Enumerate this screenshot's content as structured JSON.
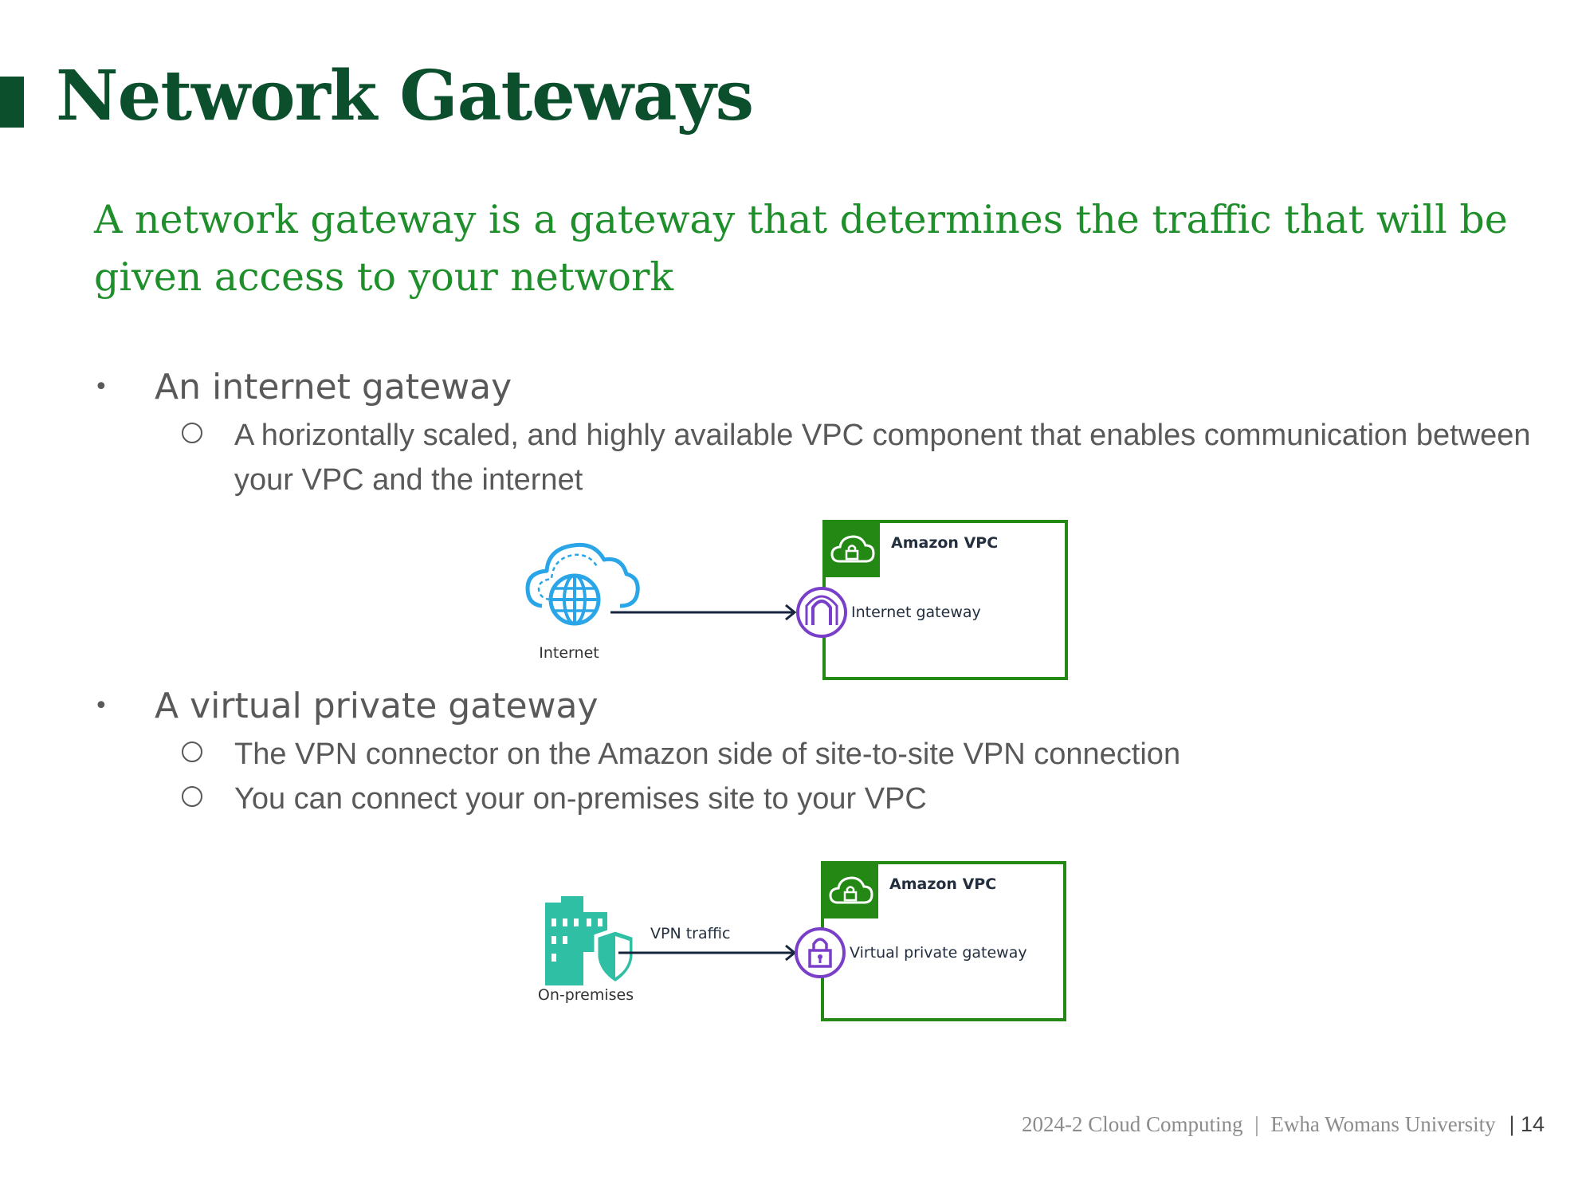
{
  "slide": {
    "title": "Network Gateways",
    "subtitle": "A network gateway is a gateway that determines the traffic that will be given access to your network"
  },
  "bullets": [
    {
      "label": "An internet gateway",
      "subitems": [
        "A horizontally scaled, and highly available VPC component that enables communication between your VPC and the internet"
      ]
    },
    {
      "label": "A virtual private gateway",
      "subitems": [
        "The VPN connector on the Amazon side of site-to-site VPN connection",
        "You can connect your on-premises site to your VPC"
      ]
    }
  ],
  "diagram_internet": {
    "source_label": "Internet",
    "vpc_label": "Amazon VPC",
    "gateway_label": "Internet gateway"
  },
  "diagram_vpn": {
    "source_label": "On-premises",
    "arrow_label": "VPN traffic",
    "vpc_label": "Amazon VPC",
    "gateway_label": "Virtual private gateway"
  },
  "colors": {
    "title": "#0b4f2c",
    "subtitle": "#1f8f2b",
    "vpc_border": "#248814",
    "gateway_icon": "#7a3fc8",
    "internet_icon": "#2aa6e8",
    "onprem_icon": "#2ebfa5"
  },
  "footer": {
    "course": "2024-2 Cloud Computing",
    "separator": "|",
    "university": "Ewha Womans University",
    "page_number": "| 14"
  }
}
